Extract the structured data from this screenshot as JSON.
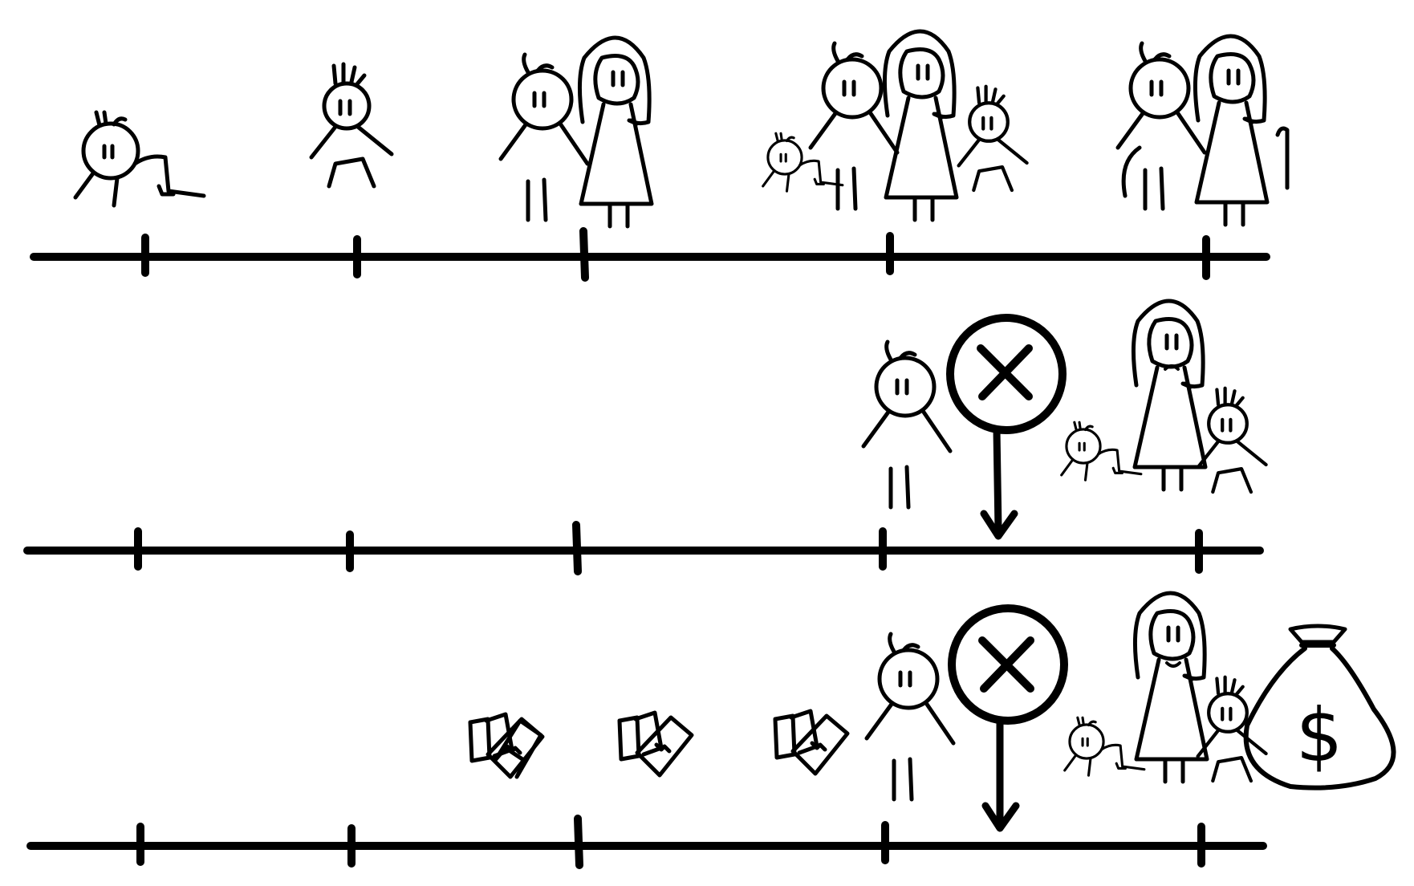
{
  "title": "",
  "colors": {
    "ink": "#000000",
    "paper": "#ffffff"
  },
  "timelines": [
    {
      "id": "life-stages",
      "ticks": 5,
      "stages": [
        {
          "name": "baby",
          "icons": [
            "crawling-baby-icon"
          ]
        },
        {
          "name": "child",
          "icons": [
            "child-icon"
          ]
        },
        {
          "name": "young-couple",
          "icons": [
            "man-icon",
            "woman-icon"
          ]
        },
        {
          "name": "family",
          "icons": [
            "crawling-baby-icon",
            "man-icon",
            "woman-icon",
            "child-icon"
          ]
        },
        {
          "name": "elderly-couple",
          "icons": [
            "old-man-with-cane-icon",
            "old-woman-with-cane-icon"
          ]
        }
      ]
    },
    {
      "id": "early-death-no-insurance",
      "ticks": 5,
      "event_marker": "death-marker-x-icon",
      "icons": [
        "man-icon",
        "crawling-baby-icon",
        "sad-woman-icon",
        "child-icon"
      ]
    },
    {
      "id": "early-death-with-insurance",
      "ticks": 5,
      "event_marker": "death-marker-x-icon",
      "payments": [
        "cash-bills-icon",
        "cash-bills-icon",
        "cash-bills-icon"
      ],
      "icons": [
        "man-icon",
        "crawling-baby-icon",
        "smiling-woman-icon",
        "child-icon"
      ],
      "payout": {
        "icon": "money-bag-icon",
        "symbol": "$"
      }
    }
  ]
}
